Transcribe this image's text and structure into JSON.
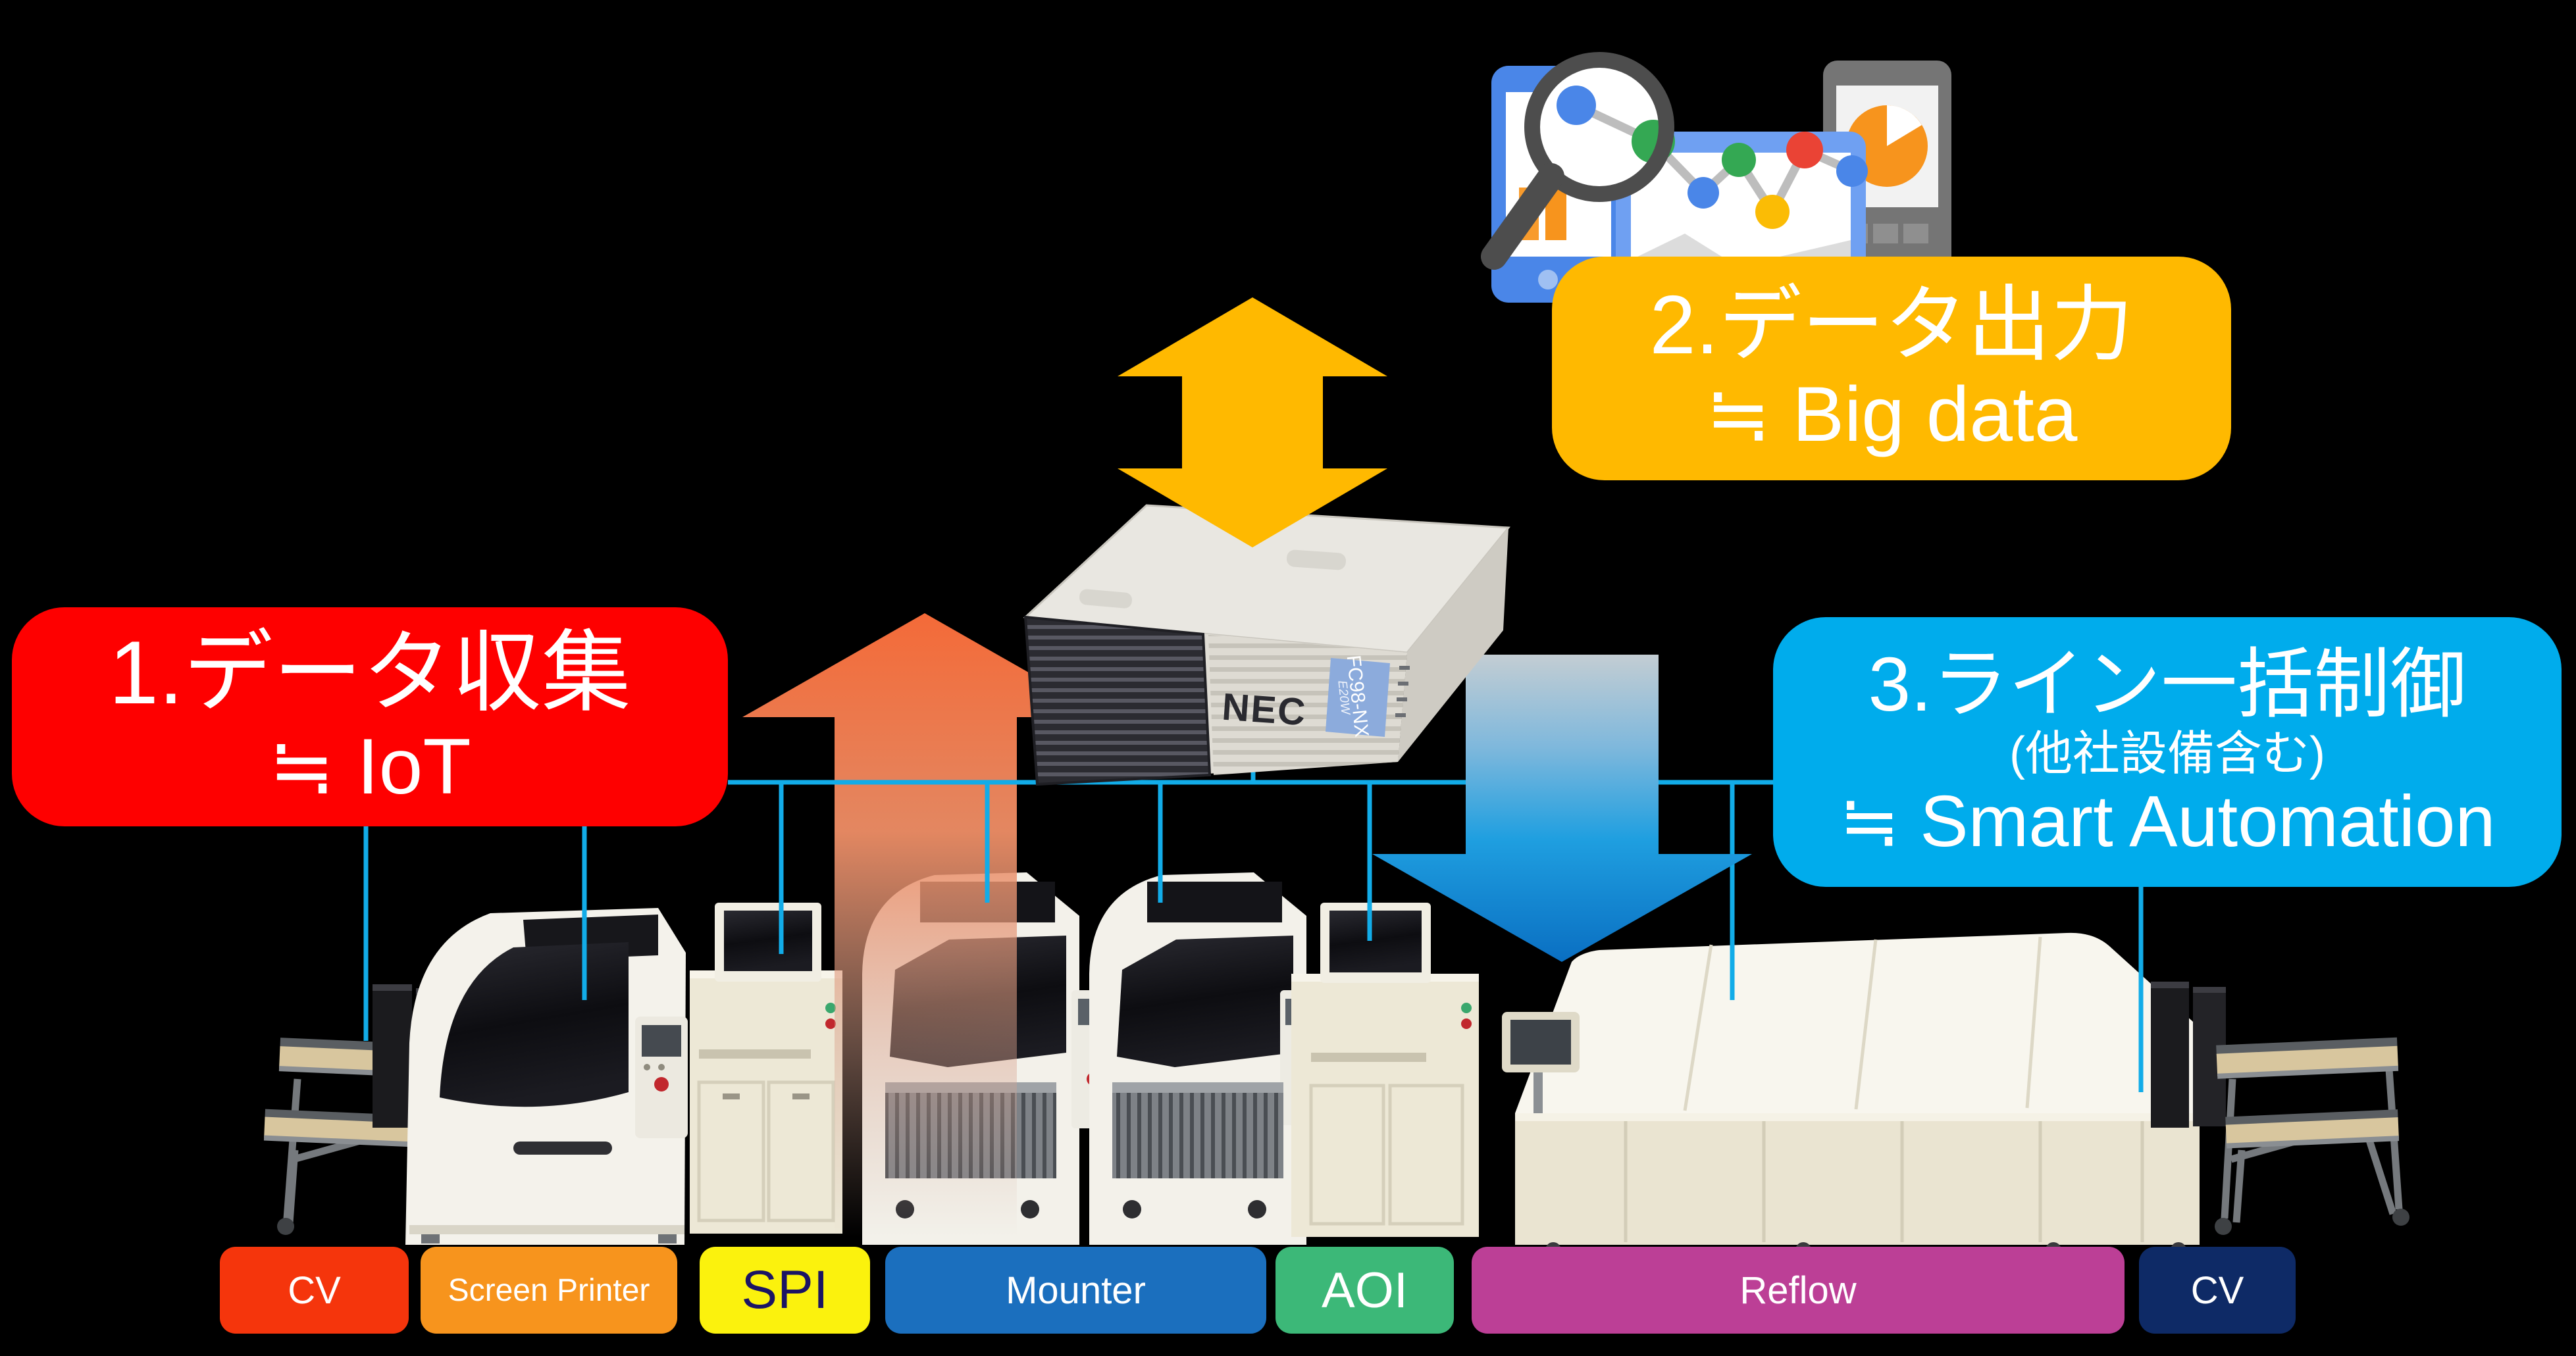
{
  "scene": {
    "background": "#000000"
  },
  "callouts": {
    "collect": {
      "title": "1.データ収集",
      "subtitle": "≒ IoT",
      "bg": "#FE0000",
      "fg": "#FFFFFF"
    },
    "output": {
      "title": "2.データ出力",
      "subtitle": "≒ Big data",
      "bg": "#FFB900",
      "fg": "#FFFFFF"
    },
    "control": {
      "title": "3.ライン一括制御",
      "note": "(他社設備含む)",
      "subtitle": "≒ Smart Automation",
      "bg": "#00ACEC",
      "fg": "#FFFFFF"
    }
  },
  "server": {
    "brand": "NEC",
    "model": "FC98-NX",
    "variant": "E20W"
  },
  "line_labels": [
    {
      "id": "cv-in",
      "label": "CV",
      "bg": "#F5350C",
      "fg": "#FFFFFF"
    },
    {
      "id": "screen-printer",
      "label": "Screen Printer",
      "bg": "#F7941D",
      "fg": "#FFFFFF"
    },
    {
      "id": "spi",
      "label": "SPI",
      "bg": "#FBF20D",
      "fg": "#1B1464"
    },
    {
      "id": "mounter",
      "label": "Mounter",
      "bg": "#1B6FBE",
      "fg": "#FFFFFF"
    },
    {
      "id": "aoi",
      "label": "AOI",
      "bg": "#3CB878",
      "fg": "#FFFFFF"
    },
    {
      "id": "reflow",
      "label": "Reflow",
      "bg": "#BC3F96",
      "fg": "#FFFFFF"
    },
    {
      "id": "cv-out",
      "label": "CV",
      "bg": "#0E2A66",
      "fg": "#FFFFFF"
    }
  ],
  "connections": {
    "color": "#12ACE8"
  },
  "arrows": {
    "collect_up_color": "#F4703D",
    "exchange_color": "#FFB900",
    "control_down_color": "#0A6FC2"
  },
  "clipart": {
    "palette": {
      "blue": "#4A86E8",
      "green": "#34A853",
      "yellow": "#FBBC05",
      "red": "#EA4335",
      "orange": "#F7941D",
      "gray": "#757575"
    }
  }
}
